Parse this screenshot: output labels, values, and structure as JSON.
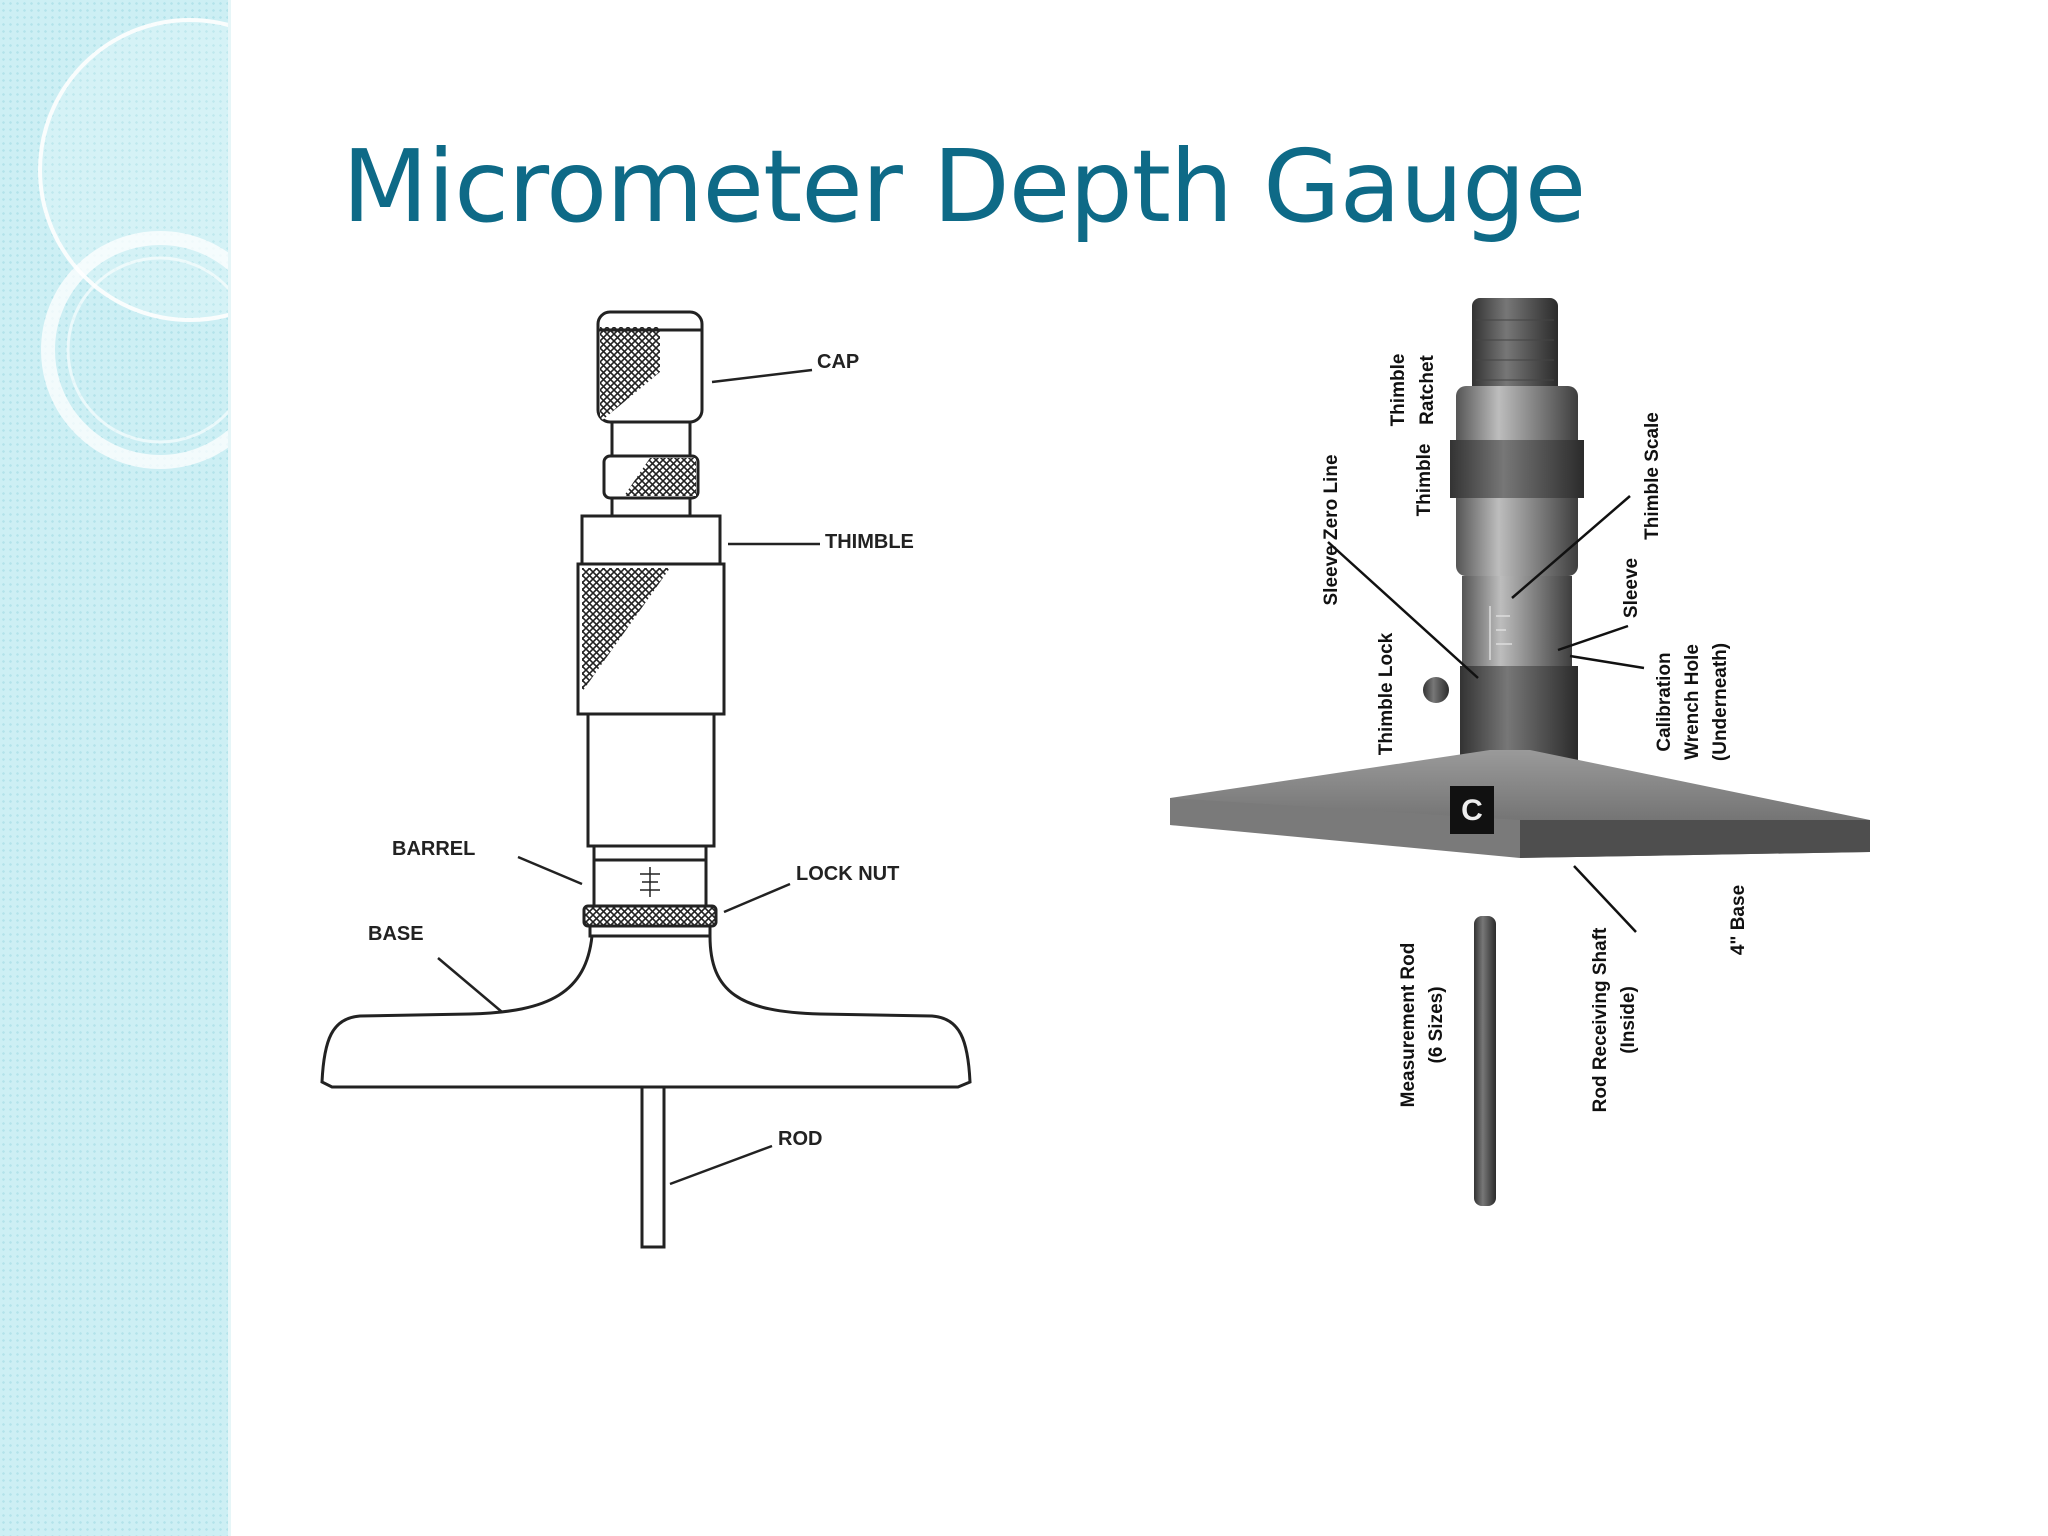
{
  "slide": {
    "title": "Micrometer Depth Gauge"
  },
  "left_diagram": {
    "labels": {
      "cap": "CAP",
      "thimble": "THIMBLE",
      "barrel": "BARREL",
      "lock_nut": "LOCK NUT",
      "base": "BASE",
      "rod": "ROD"
    }
  },
  "right_photo": {
    "labels": {
      "thimble_ratchet_1": "Thimble",
      "thimble_ratchet_2": "Ratchet",
      "thimble": "Thimble",
      "sleeve_zero_line": "Sleeve Zero Line",
      "thimble_scale": "Thimble Scale",
      "sleeve": "Sleeve",
      "thimble_lock": "Thimble Lock",
      "calibration_1": "Calibration",
      "calibration_2": "Wrench Hole",
      "calibration_3": "(Underneath)",
      "base_4in": "4\" Base",
      "measurement_rod_1": "Measurement Rod",
      "measurement_rod_2": "(6 Sizes)",
      "rod_receiving_1": "Rod Receiving Shaft",
      "rod_receiving_2": "(Inside)"
    }
  },
  "colors": {
    "title": "#0e6a87",
    "sidebar": "#cdeff4"
  }
}
